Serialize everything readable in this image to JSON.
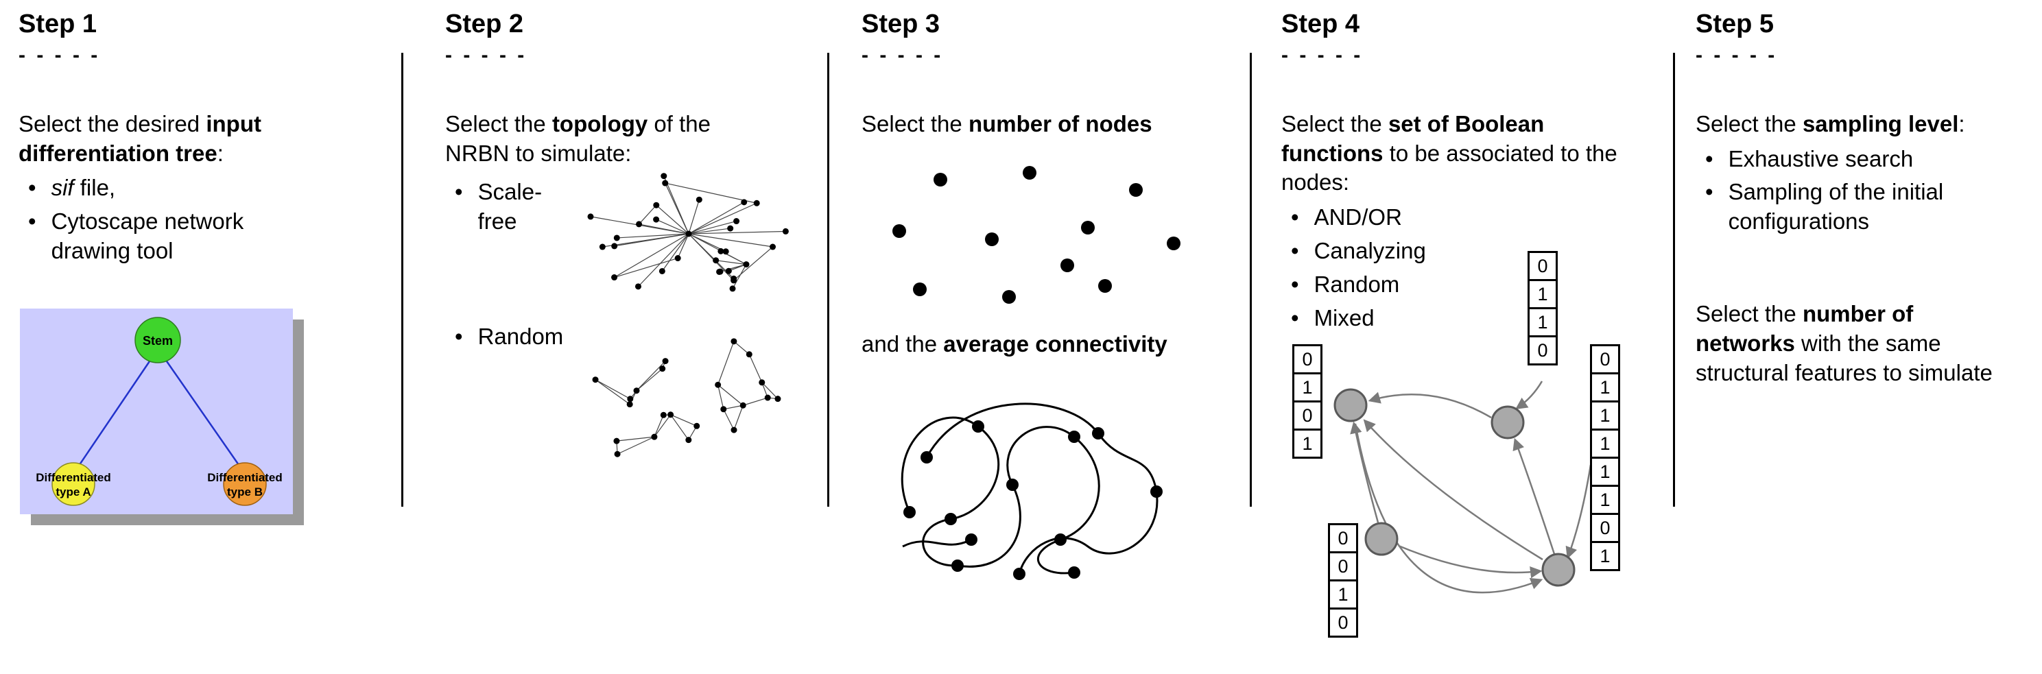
{
  "steps": [
    {
      "title": "Step 1",
      "dashes": "- - - - -",
      "intro": [
        {
          "t": "Select the desired "
        },
        {
          "t": "input differentiation tree",
          "b": true
        },
        {
          "t": ":"
        }
      ],
      "bullets": [
        [
          {
            "t": "sif",
            "i": true
          },
          {
            "t": " file,"
          }
        ],
        [
          {
            "t": "Cytoscape network drawing tool"
          }
        ]
      ],
      "tree": {
        "root": "Stem",
        "left": [
          "Differentiated",
          "type A"
        ],
        "right": [
          "Differentiated",
          "type B"
        ],
        "colors": {
          "bg": "#ccccfe",
          "edge": "#2233cc",
          "root": "#3fd42c",
          "left": "#f2ee3a",
          "right": "#f09a35"
        }
      }
    },
    {
      "title": "Step 2",
      "dashes": "- - - - -",
      "intro": [
        {
          "t": "Select the "
        },
        {
          "t": "topology",
          "b": true
        },
        {
          "t": " of the NRBN to simulate:"
        }
      ],
      "bullets": [
        [
          {
            "t": "Scale-free"
          }
        ],
        [
          {
            "t": "Random"
          }
        ]
      ]
    },
    {
      "title": "Step 3",
      "dashes": "- - - - -",
      "intro": [
        {
          "t": "Select the "
        },
        {
          "t": "number of nodes",
          "b": true
        }
      ],
      "intro2": [
        {
          "t": "and the "
        },
        {
          "t": "average connectivity",
          "b": true
        }
      ]
    },
    {
      "title": "Step 4",
      "dashes": "- - - - -",
      "intro": [
        {
          "t": "Select the "
        },
        {
          "t": "set of Boolean functions",
          "b": true
        },
        {
          "t": " to be associated to the nodes:"
        }
      ],
      "bullets": [
        [
          {
            "t": "AND/OR"
          }
        ],
        [
          {
            "t": "Canalyzing"
          }
        ],
        [
          {
            "t": "Random"
          }
        ],
        [
          {
            "t": "Mixed"
          }
        ]
      ],
      "truth_tables": {
        "left": [
          "0",
          "1",
          "0",
          "1"
        ],
        "top": [
          "0",
          "1",
          "1",
          "0"
        ],
        "bottom_left": [
          "0",
          "0",
          "1",
          "0"
        ],
        "right": [
          "0",
          "1",
          "1",
          "1",
          "1",
          "1",
          "0",
          "1"
        ]
      }
    },
    {
      "title": "Step 5",
      "dashes": "- - - - -",
      "intro": [
        {
          "t": "Select the "
        },
        {
          "t": "sampling level",
          "b": true
        },
        {
          "t": ":"
        }
      ],
      "bullets": [
        [
          {
            "t": "Exhaustive search"
          }
        ],
        [
          {
            "t": "Sampling of the initial configurations"
          }
        ]
      ],
      "outro": [
        {
          "t": "Select the "
        },
        {
          "t": "number of networks",
          "b": true
        },
        {
          "t": " with the same structural features to simulate"
        }
      ]
    }
  ]
}
